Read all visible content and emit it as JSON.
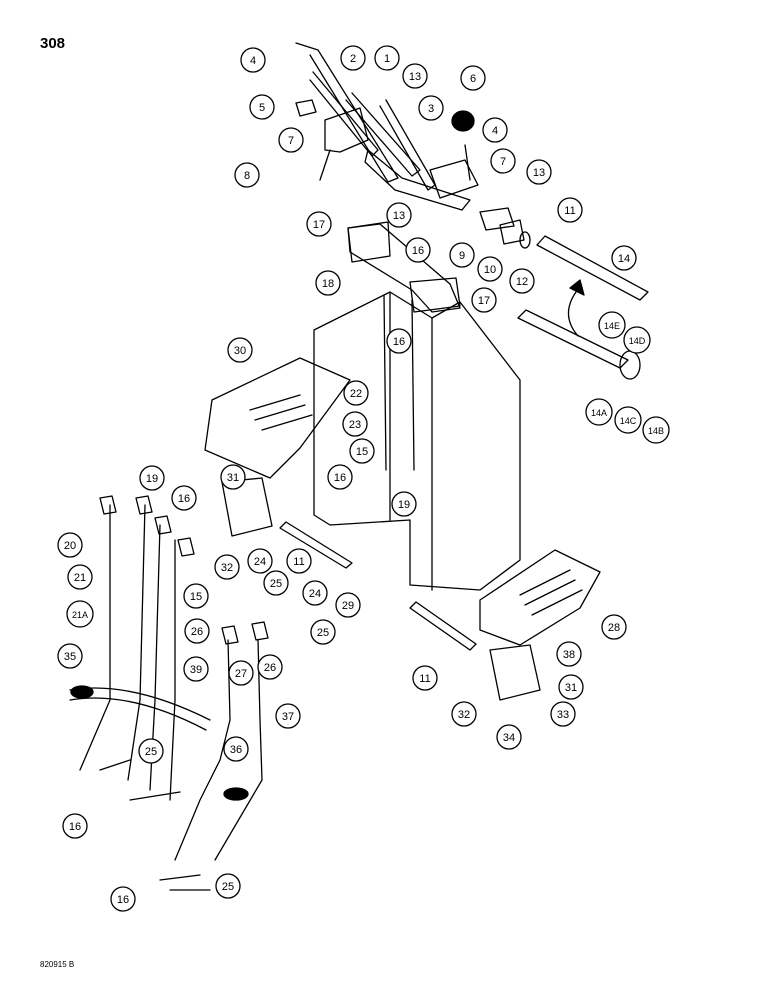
{
  "page_number": "308",
  "drawing_code": "820915 B",
  "callout_labels": [
    "1",
    "2",
    "3",
    "4",
    "5",
    "6",
    "7",
    "8",
    "9",
    "10",
    "11",
    "12",
    "13",
    "14",
    "14A",
    "14B",
    "14C",
    "14D",
    "14E",
    "15",
    "16",
    "17",
    "18",
    "19",
    "20",
    "21",
    "21A",
    "22",
    "23",
    "24",
    "25",
    "26",
    "27",
    "28",
    "29",
    "30",
    "31",
    "32",
    "33",
    "34",
    "35",
    "36",
    "37",
    "38",
    "39"
  ],
  "colors": {
    "line": "#000000",
    "background": "#ffffff"
  }
}
